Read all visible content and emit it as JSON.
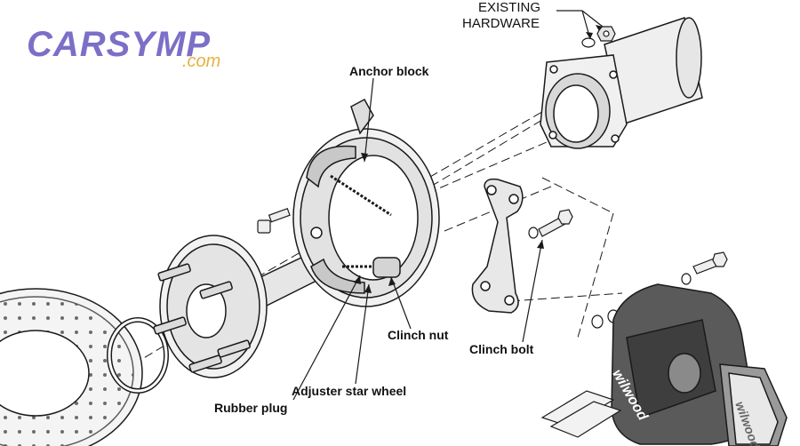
{
  "logo": {
    "main": "CARSYMP",
    "sub": ".com",
    "main_color": "#7b6fc8",
    "sub_color": "#e8b040"
  },
  "labels": {
    "existing_hardware_line1": "EXISTING",
    "existing_hardware_line2": "HARDWARE",
    "anchor_block": "Anchor block",
    "clinch_nut": "Clinch nut",
    "clinch_bolt": "Clinch bolt",
    "adjuster_star_wheel": "Adjuster star wheel",
    "rubber_plug": "Rubber plug"
  },
  "caliper_brand": "wilwood",
  "colors": {
    "line": "#1a1a1a",
    "part_fill": "#f2f2f2",
    "shade": "#bdbdbd",
    "caliper": "#4a4a4a"
  }
}
